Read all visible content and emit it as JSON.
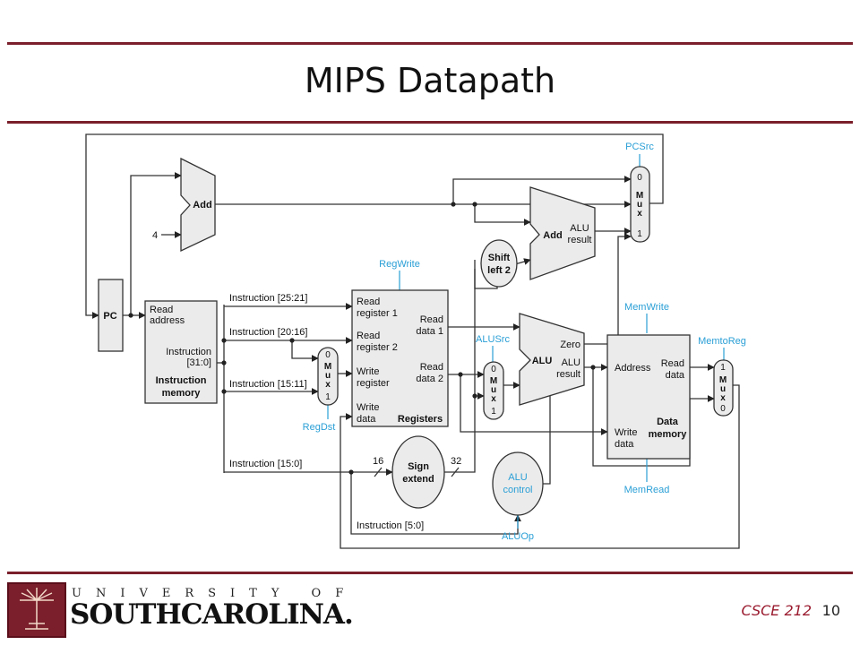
{
  "slide": {
    "title": "MIPS Datapath",
    "course": "CSCE 212",
    "page": "10",
    "colors": {
      "accent": "#7a1f2b",
      "control": "#2a9fd6",
      "course_text": "#9a1b2f"
    }
  },
  "logo": {
    "line1": "UNIVERSITY OF",
    "line2": "SOUTHCAROLINA."
  },
  "diagram": {
    "pc": "PC",
    "adder_top": "Add",
    "const_four": "4",
    "adder_branch": "Add",
    "adder_branch_result": [
      "ALU",
      "result"
    ],
    "shift": [
      "Shift",
      "left 2"
    ],
    "imem": {
      "read_address": [
        "Read",
        "address"
      ],
      "instruction": [
        "Instruction",
        "[31:0]"
      ],
      "name": [
        "Instruction",
        "memory"
      ]
    },
    "fields": {
      "rs": "Instruction [25:21]",
      "rt": "Instruction [20:16]",
      "rd": "Instruction [15:11]",
      "imm": "Instruction [15:0]",
      "funct": "Instruction [5:0]"
    },
    "registers": {
      "read_reg1": [
        "Read",
        "register 1"
      ],
      "read_reg2": [
        "Read",
        "register 2"
      ],
      "write_reg": [
        "Write",
        "register"
      ],
      "write_data": [
        "Write",
        "data"
      ],
      "read_data1": [
        "Read",
        "data 1"
      ],
      "read_data2": [
        "Read",
        "data 2"
      ],
      "name": "Registers"
    },
    "mux_regdst": {
      "top": "0",
      "bottom": "1",
      "letters": [
        "M",
        "u",
        "x"
      ]
    },
    "mux_alusrc": {
      "top": "0",
      "bottom": "1",
      "letters": [
        "M",
        "u",
        "x"
      ]
    },
    "mux_pcsrc": {
      "top": "0",
      "bottom": "1",
      "letters": [
        "M",
        "u",
        "x"
      ]
    },
    "mux_memtoreg": {
      "top": "1",
      "bottom": "0",
      "letters": [
        "M",
        "u",
        "x"
      ]
    },
    "alu": {
      "name": "ALU",
      "zero": "Zero",
      "result": [
        "ALU",
        "result"
      ]
    },
    "dmem": {
      "address": "Address",
      "read_data": [
        "Read",
        "data"
      ],
      "write_data": [
        "Write",
        "data"
      ],
      "name": [
        "Data",
        "memory"
      ]
    },
    "sign_extend": {
      "name": [
        "Sign",
        "extend"
      ],
      "in_bits": "16",
      "out_bits": "32"
    },
    "alu_control": [
      "ALU",
      "control"
    ],
    "signals": {
      "pcsrc": "PCSrc",
      "regwrite": "RegWrite",
      "regdst": "RegDst",
      "alusrc": "ALUSrc",
      "memwrite": "MemWrite",
      "memread": "MemRead",
      "memtoreg": "MemtoReg",
      "aluop": "ALUOp"
    }
  }
}
